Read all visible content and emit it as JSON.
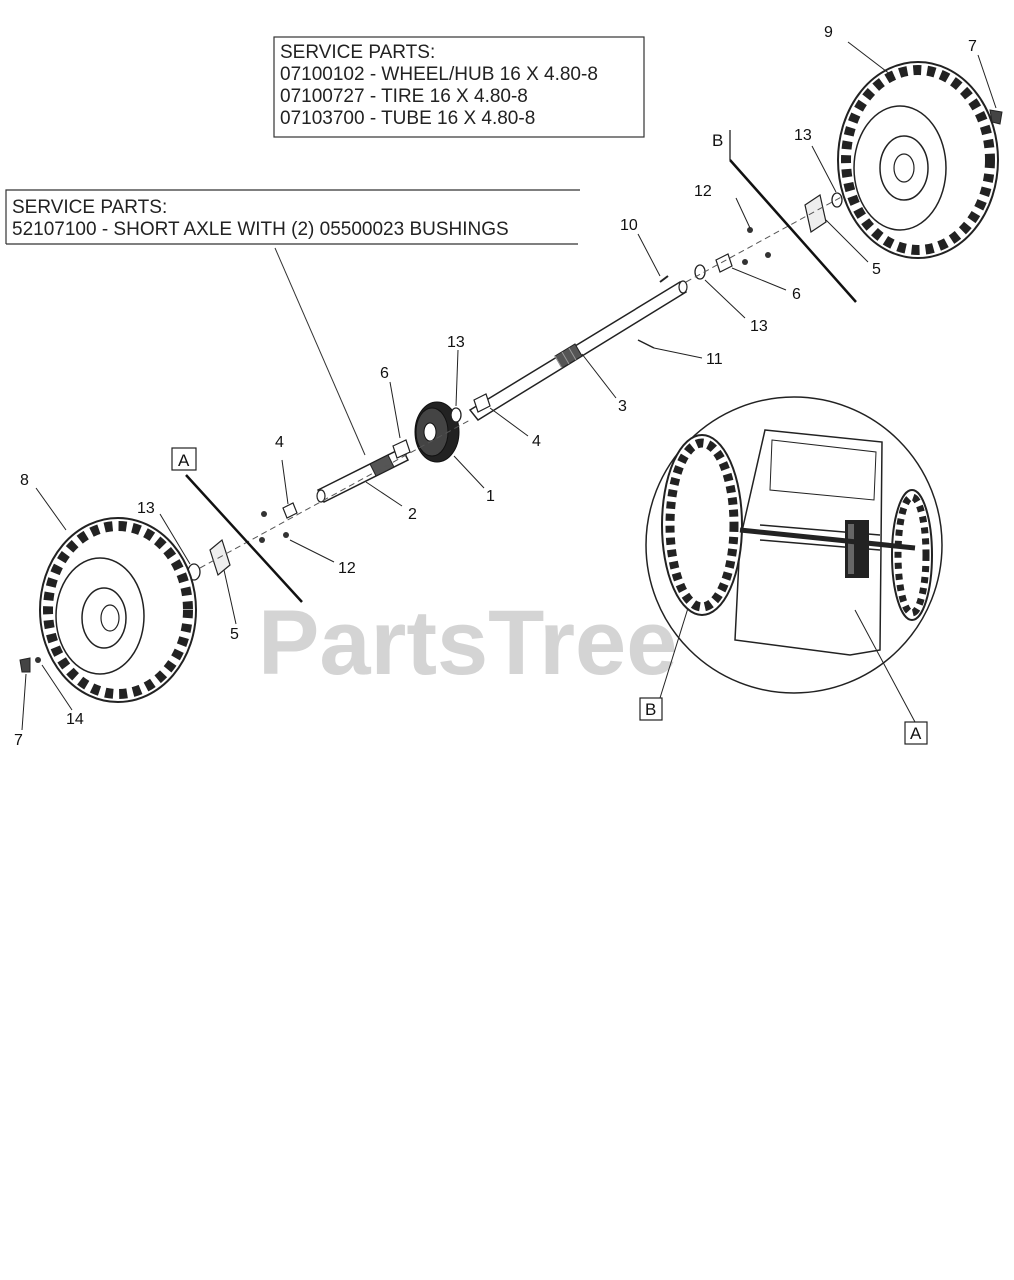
{
  "service_box_1": {
    "title": "SERVICE PARTS:",
    "lines": [
      "07100102 - WHEEL/HUB 16 X 4.80-8",
      "07100727 - TIRE 16 X 4.80-8",
      "07103700 - TUBE 16 X 4.80-8"
    ]
  },
  "service_box_2": {
    "title": "SERVICE PARTS:",
    "lines": [
      "52107100 - SHORT AXLE WITH (2) 05500023 BUSHINGS"
    ]
  },
  "callouts": [
    {
      "id": "9",
      "label": "9"
    },
    {
      "id": "7a",
      "label": "7"
    },
    {
      "id": "13a",
      "label": "13"
    },
    {
      "id": "12a",
      "label": "12"
    },
    {
      "id": "10",
      "label": "10"
    },
    {
      "id": "5a",
      "label": "5"
    },
    {
      "id": "6a",
      "label": "6"
    },
    {
      "id": "13b",
      "label": "13"
    },
    {
      "id": "11",
      "label": "11"
    },
    {
      "id": "13c",
      "label": "13"
    },
    {
      "id": "6b",
      "label": "6"
    },
    {
      "id": "3",
      "label": "3"
    },
    {
      "id": "4a",
      "label": "4"
    },
    {
      "id": "4b",
      "label": "4"
    },
    {
      "id": "1",
      "label": "1"
    },
    {
      "id": "2",
      "label": "2"
    },
    {
      "id": "8",
      "label": "8"
    },
    {
      "id": "13d",
      "label": "13"
    },
    {
      "id": "12b",
      "label": "12"
    },
    {
      "id": "5b",
      "label": "5"
    },
    {
      "id": "14",
      "label": "14"
    },
    {
      "id": "7b",
      "label": "7"
    }
  ],
  "section_refs": {
    "b_top": "B",
    "a_left": "A",
    "b_inset": "B",
    "a_inset": "A"
  },
  "watermark": "PartsTree"
}
